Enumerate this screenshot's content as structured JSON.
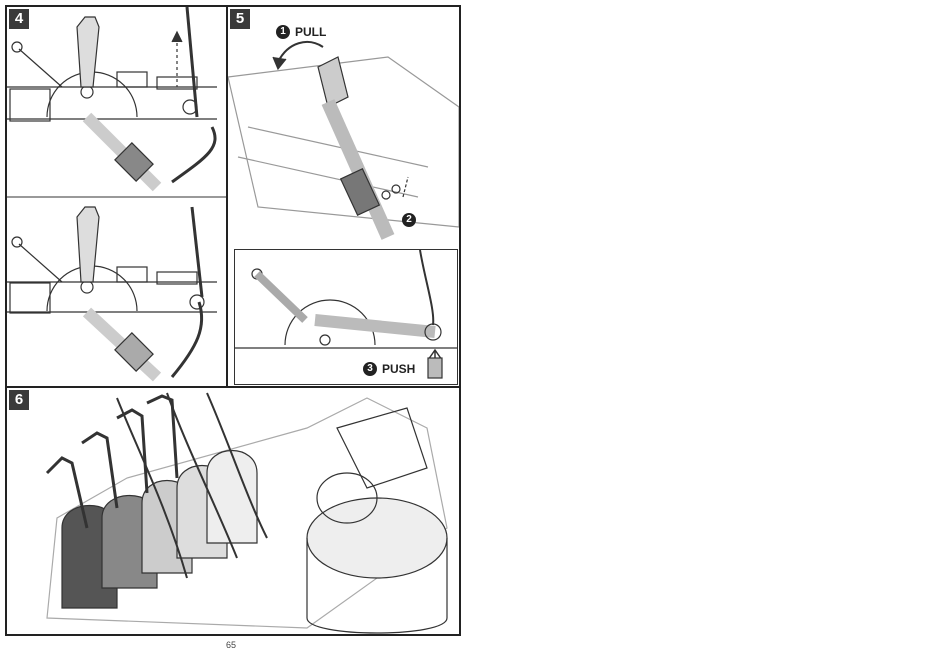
{
  "panels": {
    "step4": {
      "number": "4"
    },
    "step5": {
      "number": "5",
      "callouts": [
        {
          "num": "1",
          "label": "PULL"
        },
        {
          "num": "2",
          "label": ""
        },
        {
          "num": "3",
          "label": "PUSH"
        }
      ]
    },
    "step6": {
      "number": "6"
    }
  },
  "footer": {
    "page_number": "65"
  }
}
